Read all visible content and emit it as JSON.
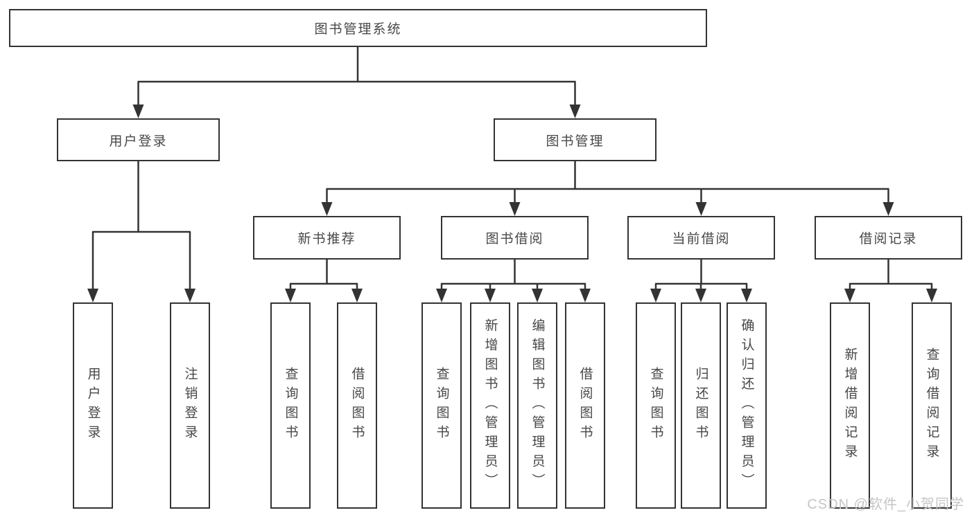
{
  "tree": {
    "label": "图书管理系统",
    "children": [
      {
        "label": "用户登录",
        "children": [
          {
            "label": "用户登录"
          },
          {
            "label": "注销登录"
          }
        ]
      },
      {
        "label": "图书管理",
        "children": [
          {
            "label": "新书推荐",
            "children": [
              {
                "label": "查询图书"
              },
              {
                "label": "借阅图书"
              }
            ]
          },
          {
            "label": "图书借阅",
            "children": [
              {
                "label": "查询图书"
              },
              {
                "label": "新增图书（管理员）"
              },
              {
                "label": "编辑图书（管理员）"
              },
              {
                "label": "借阅图书"
              }
            ]
          },
          {
            "label": "当前借阅",
            "children": [
              {
                "label": "查询图书"
              },
              {
                "label": "归还图书"
              },
              {
                "label": "确认归还（管理员）"
              }
            ]
          },
          {
            "label": "借阅记录",
            "children": [
              {
                "label": "新增借阅记录"
              },
              {
                "label": "查询借阅记录"
              }
            ]
          }
        ]
      }
    ]
  },
  "watermark": "CSDN @软件_小贺同学",
  "colors": {
    "line": "#333333",
    "box_border": "#333333",
    "text": "#474747",
    "watermark": "#c5c5c5"
  }
}
